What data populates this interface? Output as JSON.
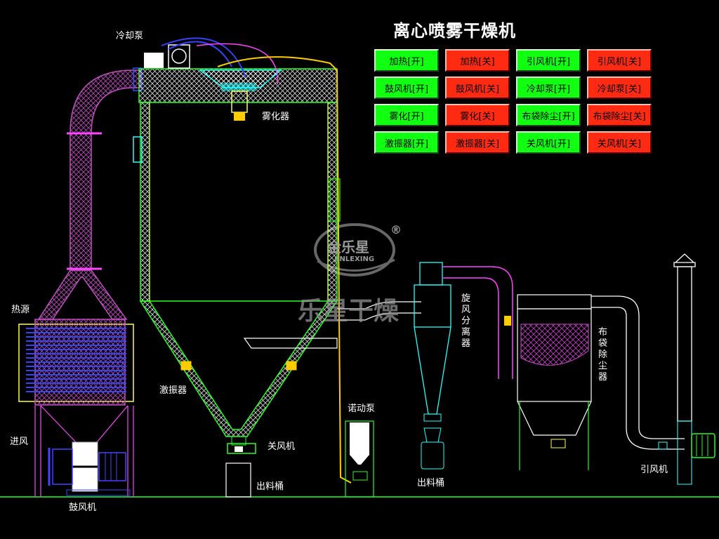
{
  "title": "离心喷雾干燥机",
  "controls": [
    {
      "label": "加热[开]",
      "state": "on"
    },
    {
      "label": "加热[关]",
      "state": "off"
    },
    {
      "label": "引风机[开]",
      "state": "on"
    },
    {
      "label": "引风机[关]",
      "state": "off"
    },
    {
      "label": "鼓风机[开]",
      "state": "on"
    },
    {
      "label": "鼓风机[关]",
      "state": "off"
    },
    {
      "label": "冷却泵[开]",
      "state": "on"
    },
    {
      "label": "冷却泵[关]",
      "state": "off"
    },
    {
      "label": "雾化[开]",
      "state": "on"
    },
    {
      "label": "雾化[关]",
      "state": "off"
    },
    {
      "label": "布袋除尘[开]",
      "state": "on"
    },
    {
      "label": "布袋除尘[关]",
      "state": "off"
    },
    {
      "label": "激振器[开]",
      "state": "on"
    },
    {
      "label": "激振器[关]",
      "state": "off"
    },
    {
      "label": "关风机[开]",
      "state": "on"
    },
    {
      "label": "关风机[关]",
      "state": "off"
    }
  ],
  "labels": {
    "cooling_pump": "冷却泵",
    "atomizer": "雾化器",
    "heat_source": "热源",
    "air_inlet": "进风",
    "blower": "鼓风机",
    "vibrator": "激振器",
    "airlock": "关风机",
    "discharge_bucket_1": "出料桶",
    "peristaltic_pump": "诺动泵",
    "cyclone": "旋风分离器",
    "discharge_bucket_2": "出料桶",
    "bag_filter": "布袋除尘器",
    "induced_fan": "引风机"
  },
  "watermark": {
    "brand_cn": "金乐星",
    "brand_en": "JINLEXING",
    "registered": "®",
    "slogan": "乐星干燥"
  },
  "colors": {
    "on": "#11ff11",
    "off": "#ff2a12",
    "chamber": "#22ff22",
    "duct": "#ff44ff",
    "heater": "#ffff44",
    "cyclone": "#22ffff",
    "pipe": "#ffcc00",
    "cooling": "#2255ff"
  }
}
